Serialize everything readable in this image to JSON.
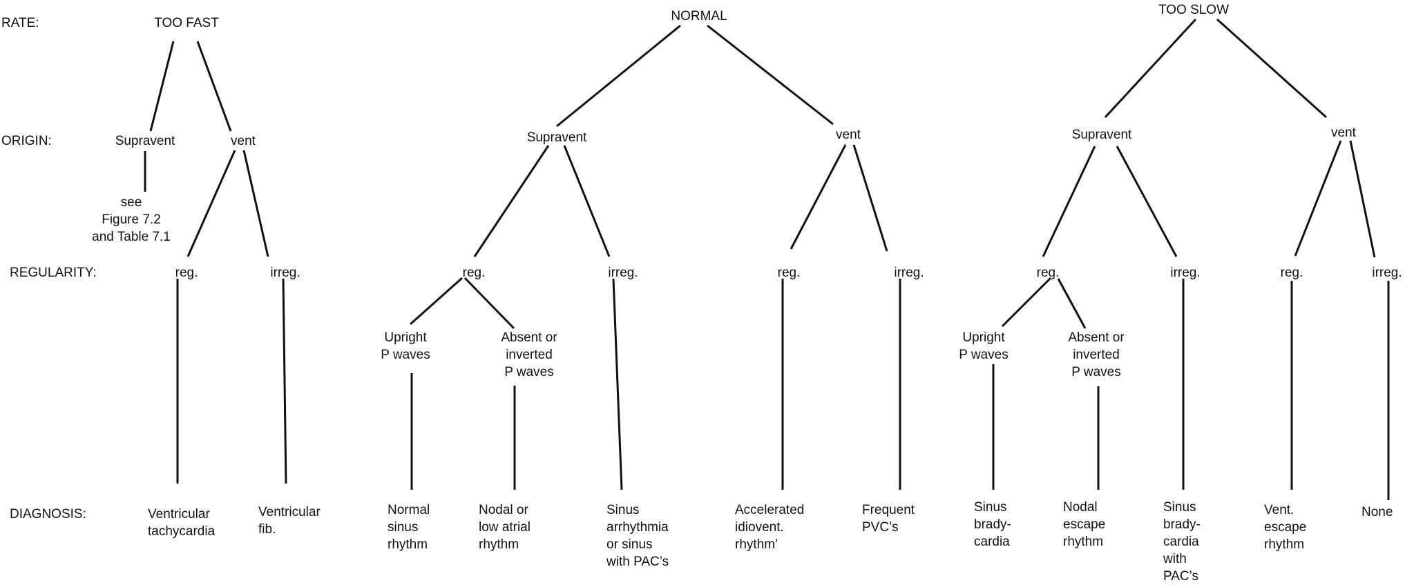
{
  "row_labels": {
    "rate": "RATE:",
    "origin": "ORIGIN:",
    "regularity": "REGULARITY:",
    "diagnosis": "DIAGNOSIS:"
  },
  "rate": {
    "too_fast": "TOO FAST",
    "normal": "NORMAL",
    "too_slow": "TOO SLOW"
  },
  "origin": {
    "supravent": "Supravent",
    "vent": "vent"
  },
  "regularity": {
    "reg": "reg.",
    "irreg": "irreg."
  },
  "see_reference": "see\nFigure 7.2\nand Table 7.1",
  "p_waves": {
    "upright": "Upright\nP waves",
    "absent_inverted": "Absent or\ninverted\nP waves"
  },
  "diagnosis": {
    "ventricular_tachycardia": "Ventricular\ntachycardia",
    "ventricular_fib": "Ventricular\nfib.",
    "normal_sinus_rhythm": "Normal\nsinus\nrhythm",
    "nodal_low_atrial": "Nodal or\nlow atrial\nrhythm",
    "sinus_arrhythmia": "Sinus\narrhythmia\nor sinus\nwith PAC’s",
    "accelerated_idiovent": "Accelerated\nidiovent.\nrhythm’",
    "frequent_pvcs": "Frequent\nPVC’s",
    "sinus_bradycardia": "Sinus\nbrady-\ncardia",
    "nodal_escape": "Nodal\nescape\nrhythm",
    "sinus_brady_pacs": "Sinus\nbrady-\ncardia\nwith\nPAC’s",
    "vent_escape": "Vent.\nescape\nrhythm",
    "none": "None"
  }
}
